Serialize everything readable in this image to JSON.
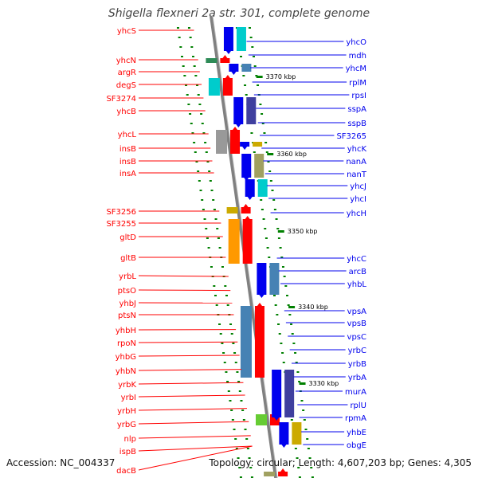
{
  "title": "Shigella flexneri 2a str. 301, complete genome",
  "footer": {
    "accession": "Accession: NC_004337",
    "summary": "Topology: circular; Length: 4,607,203 bp; Genes: 4,305"
  },
  "scale_ticks": [
    "3370 kbp",
    "3360 kbp",
    "3350 kbp",
    "3340 kbp",
    "3330 kbp"
  ],
  "left_genes": [
    "yhcS",
    "yhcN",
    "argR",
    "degS",
    "SF3274",
    "yhcB",
    "yhcL",
    "insB",
    "insB",
    "insA",
    "SF3256",
    "SF3255",
    "gltD",
    "gltB",
    "yrbL",
    "ptsO",
    "yhbJ",
    "ptsN",
    "yhbH",
    "rpoN",
    "yhbG",
    "yhbN",
    "yrbK",
    "yrbI",
    "yrbH",
    "yrbG",
    "nlp",
    "ispB",
    "dacB"
  ],
  "right_genes": [
    "yhcO",
    "mdh",
    "yhcM",
    "rplM",
    "rpsI",
    "sspA",
    "sspB",
    "SF3265",
    "yhcK",
    "nanA",
    "nanT",
    "yhcJ",
    "yhcI",
    "yhcH",
    "yhcC",
    "arcB",
    "yhbL",
    "vpsA",
    "vpsB",
    "vpsC",
    "yrbC",
    "yrbB",
    "yrbA",
    "murA",
    "rplU",
    "rpmA",
    "yhbE",
    "obgE"
  ],
  "colors": {
    "forward": "#ff0000",
    "reverse": "#0000ee",
    "backbone": "#808080",
    "tick": "#008000"
  }
}
